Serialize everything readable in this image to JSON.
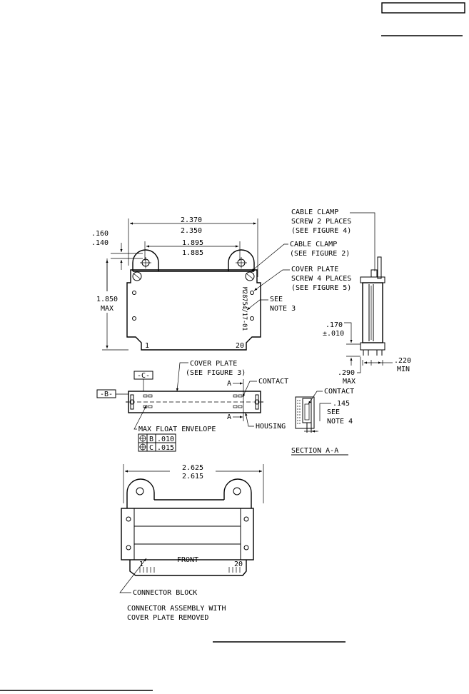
{
  "dims": {
    "top_width_max": "2.370",
    "top_width_min": "2.350",
    "hole_span_max": "1.895",
    "hole_span_min": "1.885",
    "tab_max": ".160",
    "tab_min": ".140",
    "height_val": "1.850",
    "height_max": "MAX",
    "side_170": ".170",
    "side_010": "±.010",
    "side_220": ".220",
    "side_min": "MIN",
    "side_290": ".290",
    "side_max": "MAX",
    "bottom_width_max": "2.625",
    "bottom_width_min": "2.615",
    "section_145": ".145"
  },
  "callouts": {
    "cable_clamp_screw": [
      "CABLE CLAMP",
      "SCREW 2 PLACES",
      "(SEE FIGURE 4)"
    ],
    "cable_clamp": [
      "CABLE CLAMP",
      "(SEE FIGURE 2)"
    ],
    "cover_plate_screw": [
      "COVER PLATE",
      "SCREW 4 PLACES",
      "(SEE FIGURE 5)"
    ],
    "see_note_3": [
      "SEE",
      "NOTE 3"
    ],
    "cover_plate": [
      "COVER PLATE",
      "(SEE FIGURE 3)"
    ],
    "contact": "CONTACT",
    "housing": "HOUSING",
    "max_float": "MAX FLOAT ENVELOPE",
    "section_contact": "CONTACT",
    "see_note_4": [
      "SEE",
      "NOTE 4"
    ],
    "section_title": "SECTION A-A",
    "connector_block": "CONNECTOR BLOCK",
    "assembly_caption": [
      "CONNECTOR ASSEMBLY WITH",
      "COVER PLATE REMOVED"
    ],
    "front": "FRONT"
  },
  "part_number": "M28754/17-01",
  "pin_first": "1",
  "pin_last": "20",
  "datums": {
    "b": "-B-",
    "c": "-C-",
    "a_left": "A",
    "a_right": "A"
  },
  "tolerance_frame": [
    {
      "datum": "B",
      "value": ".010"
    },
    {
      "datum": "C",
      "value": ".015"
    }
  ]
}
